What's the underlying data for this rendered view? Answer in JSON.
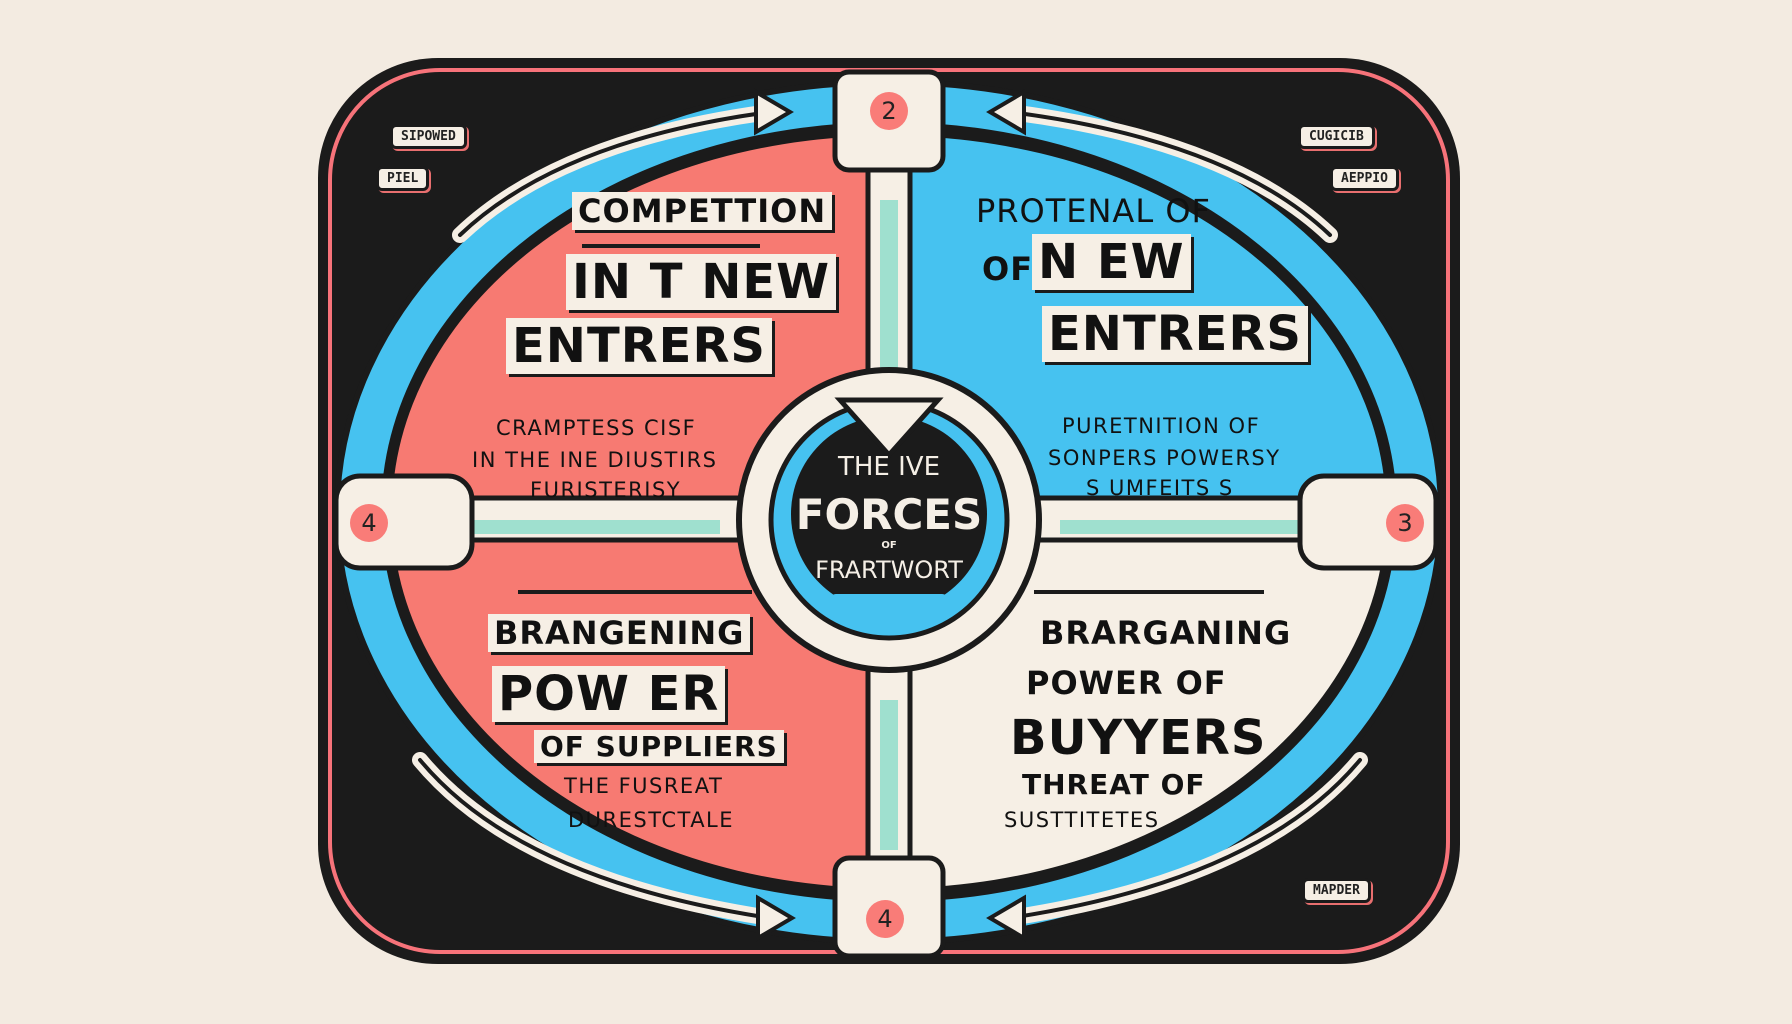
{
  "colors": {
    "background": "#f3ebe1",
    "frame": "#1b1b1b",
    "red": "#f77a72",
    "blue": "#46c2f0",
    "cream": "#f6efe5",
    "mint": "#9fe0cf",
    "badge": "#f97c78"
  },
  "tags": [
    "SIPOWED",
    "PIEL",
    "CUGICIB",
    "AEPPIO",
    "MAPDER"
  ],
  "badges": [
    "2",
    "4",
    "3",
    "4"
  ],
  "center": {
    "line1": "THE IVE",
    "line2": "FORCES",
    "line3": "OF",
    "line4": "FRARTWORT"
  },
  "quadrants": {
    "top_left": {
      "title1": "COMPETTION",
      "title2": "IN T NEW",
      "title3": "ENTRERS",
      "sub1": "CRAMPTESS CISF",
      "sub2": "IN THE INE DIUSTIRS",
      "sub3": "FURISTERISY"
    },
    "top_right": {
      "title1": "PROTENAL OF",
      "title2_prefix": "OF",
      "title2": "N EW",
      "title3": "ENTRERS",
      "sub1": "PURETNITION OF",
      "sub2": "SONPERS POWERSY",
      "sub3": "S UMFEITS S"
    },
    "bottom_left": {
      "title1": "BRANGENING",
      "title2": "POW ER",
      "title3": "OF SUPPLIERS",
      "sub1": "THE FUSREAT",
      "sub2": "DURESTCTALE"
    },
    "bottom_right": {
      "title1": "BRARGANING",
      "title2": "POWER OF",
      "title3": "BUYYERS",
      "sub1": "THREAT OF",
      "sub2": "SUSTTITETES"
    }
  }
}
